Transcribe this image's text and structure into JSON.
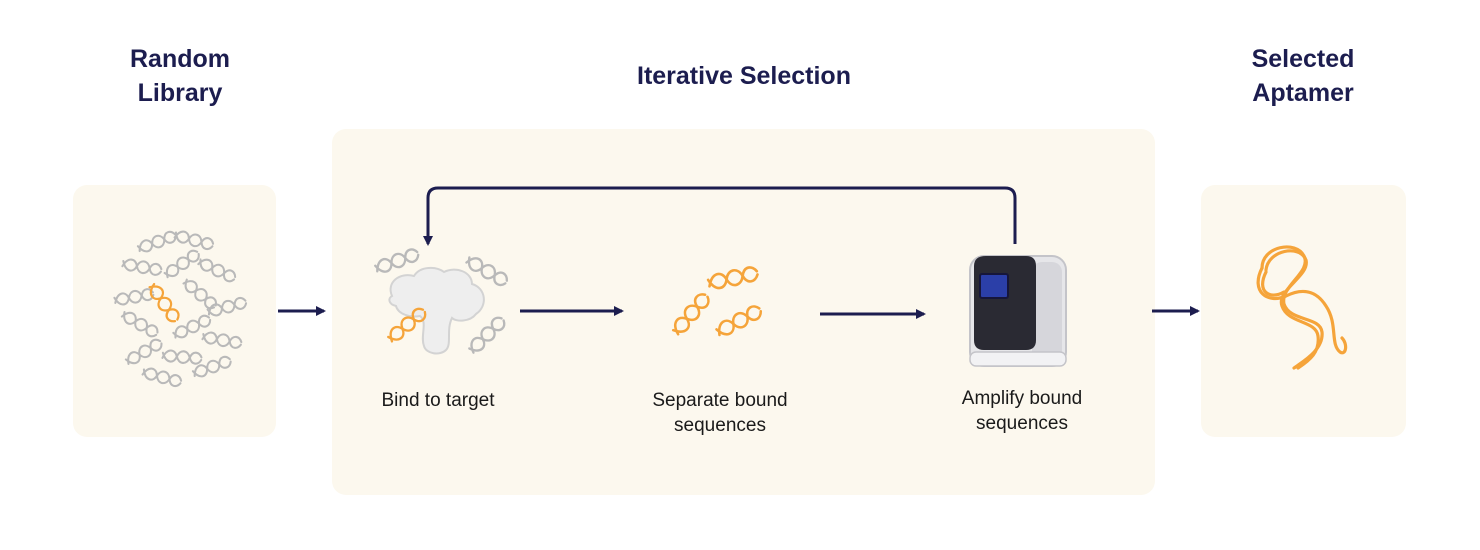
{
  "headings": {
    "random_library": [
      "Random",
      "Library"
    ],
    "iterative_selection": "Iterative Selection",
    "selected_aptamer": [
      "Selected",
      "Aptamer"
    ]
  },
  "steps": [
    {
      "label": "Bind to target"
    },
    {
      "label": [
        "Separate bound",
        "sequences"
      ]
    },
    {
      "label": [
        "Amplify bound",
        "sequences"
      ]
    }
  ],
  "colors": {
    "heading": "#1c1d4f",
    "arrow": "#1c1d4f",
    "panel": "#fcf8ee",
    "strand_selected": "#f5a43a",
    "strand_library": "#b9b9b9",
    "target": "#eeeeee",
    "instrument_body": "#e6e6e9",
    "instrument_panel": "#2a2a33",
    "instrument_screen": "#2b3fa8"
  },
  "icons": [
    "dna-strand-icon",
    "target-protein-icon",
    "pcr-instrument-icon",
    "arrow-right-icon",
    "loop-arrow-icon"
  ]
}
